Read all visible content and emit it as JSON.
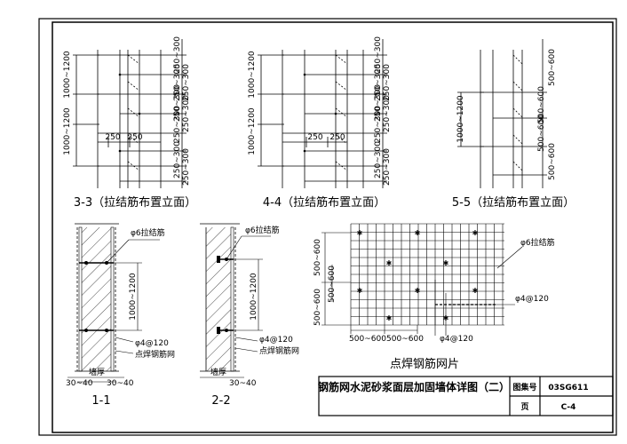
{
  "views": {
    "v33": {
      "caption": "3-3（拉结筋布置立面）",
      "vert_dims": [
        "1000~1200",
        "1000~1200"
      ],
      "right_dims": [
        "250~300",
        "250~300",
        "250~300",
        "250~300",
        "250~300",
        "250~300",
        "250~300",
        "250~300"
      ],
      "horiz_dims": [
        "250",
        "250"
      ]
    },
    "v44": {
      "caption": "4-4（拉结筋布置立面）",
      "vert_dims": [
        "1000~1200",
        "1000~1200"
      ],
      "right_dims": [
        "250~300",
        "250~300",
        "250~300",
        "250~300",
        "250~300",
        "250~300",
        "250~300",
        "250~300"
      ],
      "horiz_dims": [
        "250",
        "250"
      ]
    },
    "v55": {
      "caption": "5-5（拉结筋布置立面）",
      "vert_dims": [
        "1000~1200"
      ],
      "right_dims": [
        "500~600",
        "500~600",
        "500~600",
        "500~600"
      ]
    }
  },
  "sections": {
    "s11": {
      "caption": "1-1",
      "rebar_label": "φ6拉结筋",
      "height_dim": "1000~1200",
      "mesh_label": "φ4@120",
      "weld_label": "点焊钢筋网",
      "wall_label": "墙厚",
      "bottom_dims": [
        "30~40",
        "30~40"
      ]
    },
    "s22": {
      "caption": "2-2",
      "rebar_label": "φ6拉结筋",
      "height_dim": "1000~1200",
      "mesh_label": "φ4@120",
      "weld_label": "点焊钢筋网",
      "wall_label": "墙厚",
      "bottom_dims": [
        "30~40"
      ]
    }
  },
  "mesh": {
    "caption": "点焊钢筋网片",
    "tie_label": "φ6拉结筋",
    "mesh_label": "φ4@120",
    "left_dims": [
      "500~600",
      "500~600",
      "500~600"
    ],
    "bottom_dims": [
      "500~600",
      "500~600"
    ]
  },
  "title_block": {
    "title": "钢筋网水泥砂浆面层加固墙体详图（二）",
    "atlas_label": "图集号",
    "atlas_no": "03SG611",
    "page_label": "页",
    "page_no": "C-4"
  }
}
